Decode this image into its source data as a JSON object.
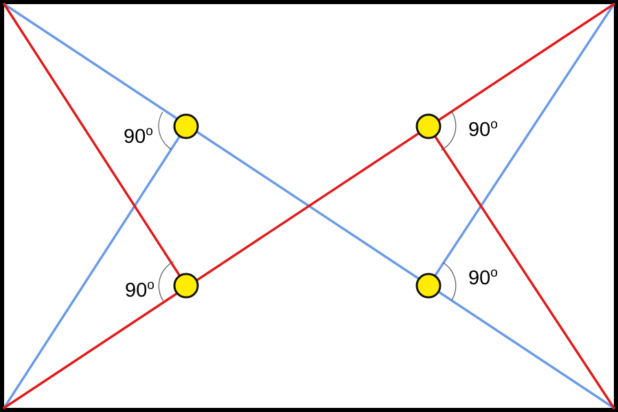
{
  "colors": {
    "frame": "#000000",
    "background": "#ffffff",
    "blue_line": "#6b9be6",
    "red_line": "#e01b1b",
    "point_fill": "#ffec00",
    "point_stroke": "#111111",
    "arc": "#555555"
  },
  "angles": [
    {
      "id": "top-left",
      "value": "90",
      "unit": "o"
    },
    {
      "id": "bottom-left",
      "value": "90",
      "unit": "o"
    },
    {
      "id": "top-right",
      "value": "90",
      "unit": "o"
    },
    {
      "id": "bottom-right",
      "value": "90",
      "unit": "o"
    }
  ]
}
